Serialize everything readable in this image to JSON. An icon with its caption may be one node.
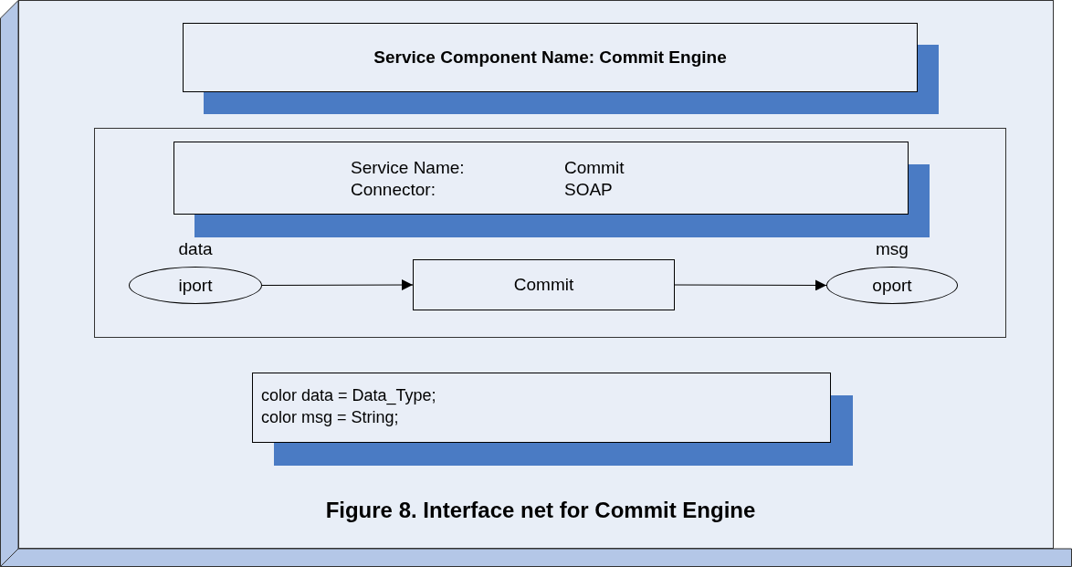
{
  "diagram": {
    "caption": "Figure 8. Interface net for Commit Engine",
    "nodes": [
      {
        "text": [],
        "shape": "box"
      },
      {
        "text": [
          "Service Component Name: Commit Engine"
        ],
        "in": 0
      },
      {
        "text": [],
        "shape": "box",
        "in": 0
      },
      {
        "text": [
          "Service Name:",
          "Commit",
          "Connector:",
          "SOAP"
        ],
        "in": 2
      },
      {
        "text": [
          "iport"
        ],
        "beside": [
          "data"
        ],
        "in": 2
      },
      {
        "text": [
          "Commit"
        ],
        "in": 2
      },
      {
        "text": [
          "oport"
        ],
        "beside": [
          "msg"
        ],
        "in": 2
      },
      {
        "text": [
          "color data = Data_Type;",
          "color msg = String;"
        ],
        "in": 0
      }
    ],
    "edges": [
      {
        "from": 4,
        "to": 5,
        "arrow": "to"
      },
      {
        "from": 5,
        "to": 6,
        "arrow": "to"
      }
    ]
  }
}
